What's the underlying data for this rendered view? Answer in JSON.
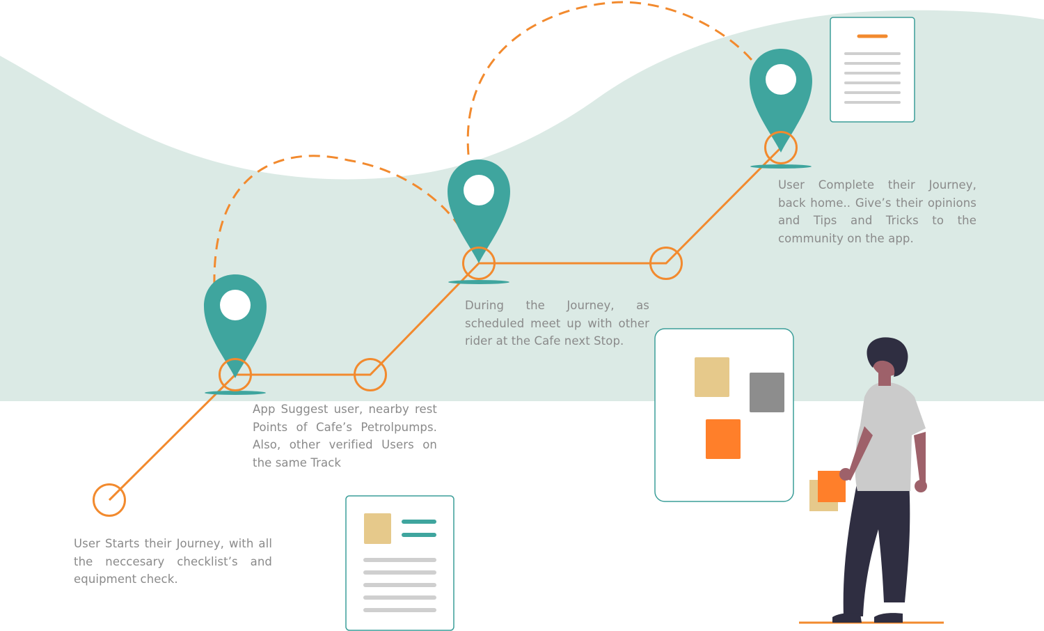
{
  "steps": [
    {
      "text": "User Starts their Journey, with all the neccesary checklist’s and equipment check."
    },
    {
      "text": "App Suggest user, nearby rest Points of Cafe’s Petrolpumps. Also, other verified Users on the same Track"
    },
    {
      "text": "During the Journey, as scheduled meet up with other rider at the Cafe next Stop."
    },
    {
      "text": "User Complete their Journey, back home.. Give’s their opinions and Tips and Tricks to the community on the app."
    }
  ],
  "icons": {
    "location_pin": "location-pin-icon",
    "checklist_card": "checklist-card-icon",
    "document_card": "document-card-icon",
    "sticky_board": "sticky-board-icon",
    "person": "person-illustration"
  },
  "colors": {
    "background_wave": "#dbeae5",
    "route_orange": "#f28a2e",
    "pin_teal": "#3fa59e",
    "card_border": "#3a9d98",
    "caption_text": "#8a8a8a",
    "card_lines": "#cfcfcf",
    "sticky_yellow": "#e6c98b",
    "sticky_gray": "#8d8d8d",
    "sticky_orange": "#ff7f2a"
  }
}
